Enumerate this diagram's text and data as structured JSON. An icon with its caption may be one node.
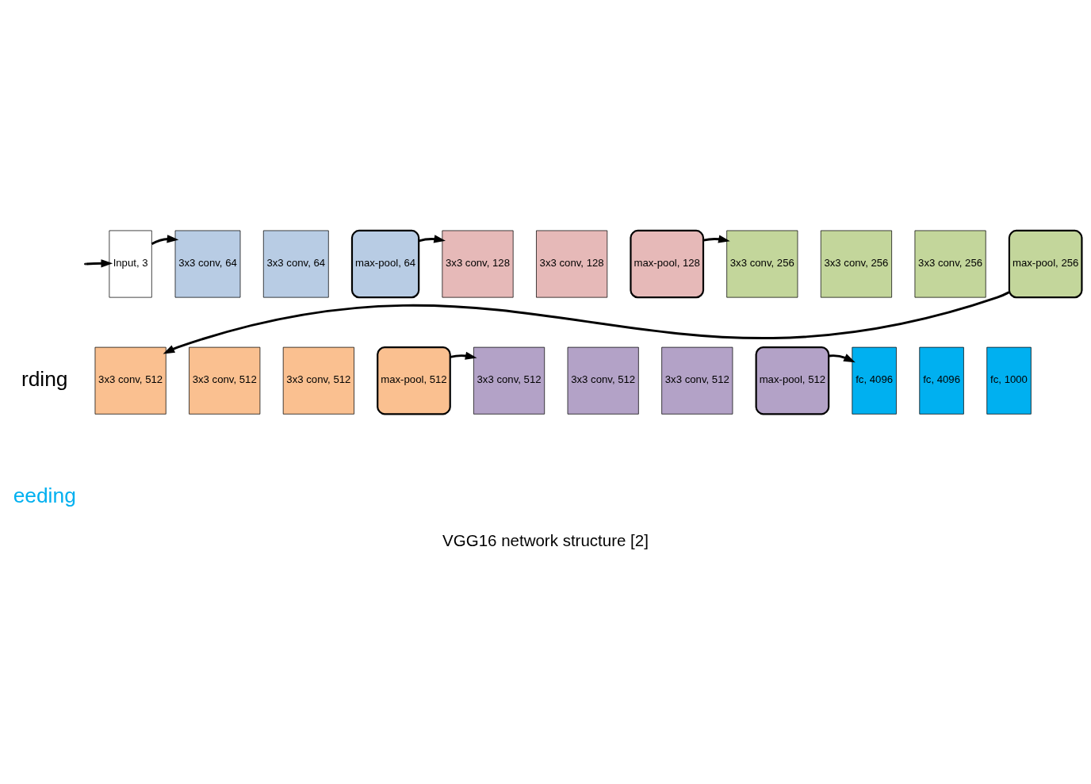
{
  "diagram": {
    "caption": "VGG16 network structure [2]",
    "nodes": [
      {
        "text": [
          "Input, 3"
        ]
      },
      {
        "text": [
          "3x3 conv, 64"
        ]
      },
      {
        "text": [
          "3x3 conv, 64"
        ]
      },
      {
        "text": [
          "max-pool, 64"
        ]
      },
      {
        "text": [
          "3x3 conv, 128"
        ]
      },
      {
        "text": [
          "3x3 conv, 128"
        ]
      },
      {
        "text": [
          "max-pool, 128"
        ]
      },
      {
        "text": [
          "3x3 conv, 256"
        ]
      },
      {
        "text": [
          "3x3 conv, 256"
        ]
      },
      {
        "text": [
          "3x3 conv, 256"
        ]
      },
      {
        "text": [
          "max-pool, 256"
        ]
      },
      {
        "text": [
          "3x3 conv, 512"
        ]
      },
      {
        "text": [
          "3x3 conv, 512"
        ]
      },
      {
        "text": [
          "3x3 conv, 512"
        ]
      },
      {
        "text": [
          "max-pool, 512"
        ]
      },
      {
        "text": [
          "3x3 conv, 512"
        ]
      },
      {
        "text": [
          "3x3 conv, 512"
        ]
      },
      {
        "text": [
          "3x3 conv, 512"
        ]
      },
      {
        "text": [
          "max-pool, 512"
        ]
      },
      {
        "text": [
          "fc, 4096"
        ]
      },
      {
        "text": [
          "fc, 4096"
        ]
      },
      {
        "text": [
          "fc, 1000"
        ]
      }
    ],
    "edges": [
      {
        "from": null,
        "to": 0,
        "arrow": "to"
      },
      {
        "from": 0,
        "to": 1,
        "arrow": "to"
      },
      {
        "from": 3,
        "to": 4,
        "arrow": "to"
      },
      {
        "from": 6,
        "to": 7,
        "arrow": "to"
      },
      {
        "from": 10,
        "to": 11,
        "arrow": "to"
      },
      {
        "from": 14,
        "to": 15,
        "arrow": "to"
      },
      {
        "from": 18,
        "to": 19,
        "arrow": "to"
      }
    ],
    "labels": [
      "rding",
      "eeding"
    ]
  }
}
